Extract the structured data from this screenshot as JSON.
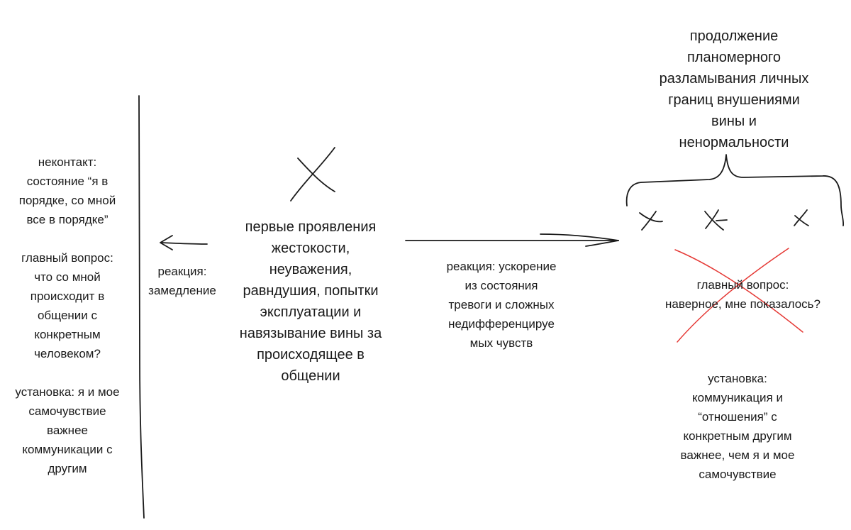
{
  "left_block": {
    "lines": [
      "неконтакт:",
      "состояние “я в",
      "порядке, со мной",
      "все в порядке”",
      "",
      "главный вопрос:",
      "что со мной",
      "происходит в",
      "общении с",
      "конкретным",
      "человеком?",
      "",
      "установка: я и мое",
      "самочувствие",
      "важнее",
      "коммуникации с",
      "другим"
    ]
  },
  "reaction_left": {
    "lines": [
      "реакция:",
      "замедление"
    ]
  },
  "center": {
    "lines": [
      "первые проявления",
      "жестокости,",
      "неуважения,",
      "равндушия, попытки",
      "эксплуатации и",
      "навязывание вины за",
      "происходящее в",
      "общении"
    ]
  },
  "reaction_right": {
    "lines": [
      "реакция: ускорение",
      "из состояния",
      "тревоги и сложных",
      "недифференцируе",
      "мых чувств"
    ]
  },
  "brace_label": {
    "lines": [
      "продолжение",
      "планомерного",
      "разламывания личных",
      "границ внушениями",
      "вины и",
      "ненормальности"
    ]
  },
  "main_question_right": {
    "lines": [
      "главный вопрос:",
      "наверное, мне показалось?"
    ]
  },
  "attitude_right": {
    "lines": [
      "установка:",
      "коммуникация и",
      "“отношения” с",
      "конкретным другим",
      "важнее, чем я и мое",
      "самочувствие"
    ]
  },
  "colors": {
    "ink": "#1a1a1a",
    "cross_out": "#e53935",
    "background": "#ffffff"
  }
}
